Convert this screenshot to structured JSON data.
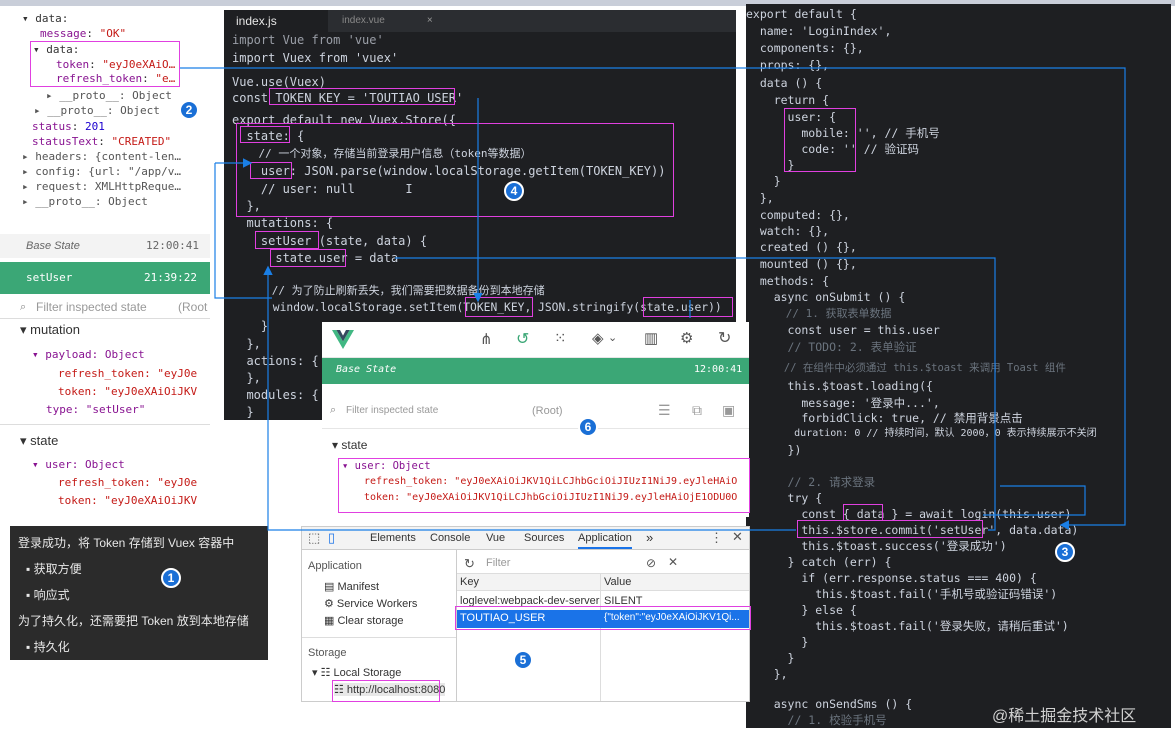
{
  "tree": {
    "lines": [
      "▾ data:",
      "message: \"OK\"",
      "▾ data:",
      "token: \"eyJ0eXAiO…",
      "refresh_token: \"e…",
      "▸ __proto__: Object",
      "▸ __proto__: Object",
      "status: 201",
      "statusText: \"CREATED\"",
      "▸ headers: {content-len…",
      "▸ config: {url: \"/app/v…",
      "▸ request: XMLHttpReque…",
      "▸ __proto__: Object"
    ]
  },
  "vuepanel": {
    "base_state": "Base State",
    "base_time": "12:00:41",
    "set_user": "setUser",
    "set_user_time": "21:39:22",
    "filter_placeholder": "Filter inspected state",
    "root": "(Root",
    "mutation": "mutation",
    "payload": "payload: Object",
    "refresh_token": "refresh_token: \"eyJ0e",
    "token": "token: \"eyJ0eXAiOiJKV",
    "type": "type: \"setUser\"",
    "state": "state",
    "user": "user: Object",
    "state_refresh": "refresh_token: \"eyJ0e",
    "state_token": "token: \"eyJ0eXAiOiJKV"
  },
  "editor": {
    "tab1": "index.js",
    "tab2": "index.vue",
    "tab_close": "×",
    "lines": [
      "import Vue from 'vue'",
      "import Vuex from 'vuex'",
      "",
      "Vue.use(Vuex)",
      "const TOKEN_KEY = 'TOUTIAO_USER'",
      "",
      "export default new Vuex.Store({",
      "  state: {",
      "    // 一个对象，存储当前登录用户信息（token等数据）",
      "    user: JSON.parse(window.localStorage.getItem(TOKEN_KEY))",
      "    // user: null       I",
      "  },",
      "  mutations: {",
      "    setUser (state, data) {",
      "      state.user = data",
      "",
      "      // 为了防止刷新丢失，我们需要把数据备份到本地存储",
      "      window.localStorage.setItem(TOKEN_KEY, JSON.stringify(state.user))",
      "    }",
      "  },",
      "  actions: {",
      "  },",
      "  modules: {",
      "  }"
    ]
  },
  "right": {
    "lines": [
      "export default {",
      "  name: 'LoginIndex',",
      "  components: {},",
      "  props: {},",
      "  data () {",
      "    return {",
      "      user: {",
      "        mobile: '', // 手机号",
      "        code: '' // 验证码",
      "      }",
      "    }",
      "  },",
      "  computed: {},",
      "  watch: {},",
      "  created () {},",
      "  mounted () {},",
      "  methods: {",
      "    async onSubmit () {",
      "      // 1. 获取表单数据",
      "      const user = this.user",
      "      // TODO: 2. 表单验证",
      "      // 在组件中必须通过 this.$toast 来调用 Toast 组件",
      "      this.$toast.loading({",
      "        message: '登录中...',",
      "        forbidClick: true, // 禁用背景点击",
      "        duration: 0 // 持续时间，默认 2000，0 表示持续展示不关闭",
      "      })",
      "",
      "      // 2. 请求登录",
      "      try {",
      "        const { data } = await login(this.user)",
      "        this.$store.commit('setUser', data.data)",
      "        this.$toast.success('登录成功')",
      "      } catch (err) {",
      "        if (err.response.status === 400) {",
      "          this.$toast.fail('手机号或验证码错误')",
      "        } else {",
      "          this.$toast.fail('登录失败，请稍后重试')",
      "        }",
      "      }",
      "    },",
      "",
      "    async onSendSms () {",
      "      // 1. 校验手机号"
    ],
    "watermark": "@稀土掘金技术社区"
  },
  "vbig": {
    "base_state": "Base State",
    "time": "12:00:41",
    "filter_placeholder": "Filter inspected state",
    "root": "(Root)",
    "state": "state",
    "user": "user: Object",
    "refresh_token": "refresh_token: \"eyJ0eXAiOiJKV1QiLCJhbGciOiJIUzI1NiJ9.eyJleHAiO",
    "token": "token: \"eyJ0eXAiOiJKV1QiLCJhbGciOiJIUzI1NiJ9.eyJleHAiOjE1ODU0O"
  },
  "chrome": {
    "tabs": [
      "Elements",
      "Console",
      "Vue",
      "Sources",
      "Application",
      "»"
    ],
    "application": "Application",
    "manifest": "Manifest",
    "service_workers": "Service Workers",
    "clear_storage": "Clear storage",
    "storage": "Storage",
    "local_storage": "Local Storage",
    "localhost": "http://localhost:8080",
    "filter_placeholder": "Filter",
    "col_key": "Key",
    "col_value": "Value",
    "rows": [
      {
        "key": "loglevel:webpack-dev-server",
        "value": "SILENT"
      },
      {
        "key": "TOUTIAO_USER",
        "value": "{\"token\":\"eyJ0eXAiOiJKV1Qi..."
      }
    ]
  },
  "note": {
    "line1": "登录成功，将 Token 存储到 Vuex 容器中",
    "bullet1": "获取方便",
    "bullet2": "响应式",
    "line2": "为了持久化，还需要把 Token 放到本地存储",
    "bullet3": "持久化"
  },
  "badges": [
    "1",
    "2",
    "3",
    "4",
    "5",
    "6"
  ],
  "colors": {
    "accent": "#e040e0",
    "arrow": "#1a7fe6",
    "vue_green": "#3ba776",
    "badge": "#1a6fd6"
  }
}
